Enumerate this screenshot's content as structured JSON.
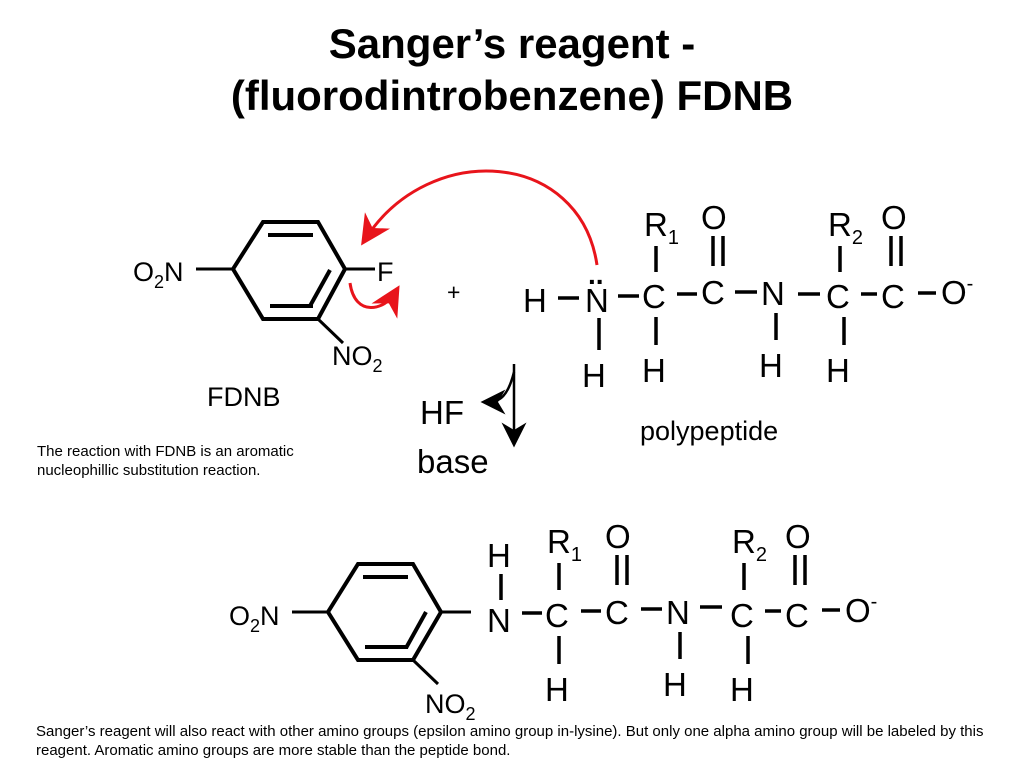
{
  "title": {
    "line1": "Sanger’s reagent -",
    "line2": "(fluorodintrobenzene) FDNB"
  },
  "reactant": {
    "no2_left": {
      "main": "O",
      "sub": "2",
      "tail": "N"
    },
    "fluorine": "F",
    "no2_bottom": {
      "main": "NO",
      "sub": "2"
    },
    "name": "FDNB"
  },
  "plus": "+",
  "byproduct": {
    "hf": "HF",
    "base": "base"
  },
  "polypeptide": {
    "h_terminal": "H",
    "n_amine": "N",
    "lone_pair": "..",
    "h_amine": "H",
    "c_alpha1": "C",
    "r1": {
      "main": "R",
      "sub": "1"
    },
    "h_alpha1": "H",
    "c_carbonyl1": "C",
    "o_carbonyl1": "O",
    "n_peptide": "N",
    "h_peptide": "H",
    "c_alpha2": "C",
    "r2": {
      "main": "R",
      "sub": "2"
    },
    "h_alpha2": "H",
    "c_carboxyl": "C",
    "o_carboxyl": "O",
    "o_carboxylate": {
      "main": "O",
      "sup": "-"
    },
    "label": "polypeptide"
  },
  "product": {
    "no2_left": {
      "main": "O",
      "sub": "2",
      "tail": "N"
    },
    "no2_bottom": {
      "main": "NO",
      "sub": "2"
    },
    "h_amine": "H",
    "n_amine": "N",
    "c_alpha1": "C",
    "r1": {
      "main": "R",
      "sub": "1"
    },
    "h_alpha1": "H",
    "c_carbonyl1": "C",
    "o_carbonyl1": "O",
    "n_peptide": "N",
    "h_peptide": "H",
    "c_alpha2": "C",
    "r2": {
      "main": "R",
      "sub": "2"
    },
    "h_alpha2": "H",
    "c_carboxyl": "C",
    "o_carboxyl": "O",
    "o_carboxylate": {
      "main": "O",
      "sup": "-"
    }
  },
  "notes": {
    "mechanism": "The reaction with FDNB is an aromatic nucleophillic substitution reaction.",
    "selectivity": "Sanger’s reagent will also react with other amino groups (epsilon amino group in-lysine).  But only one alpha amino group will be labeled by this reagent.  Aromatic amino groups are more stable than the peptide bond."
  },
  "colors": {
    "arrow": "#e8141b",
    "ink": "#000000"
  }
}
